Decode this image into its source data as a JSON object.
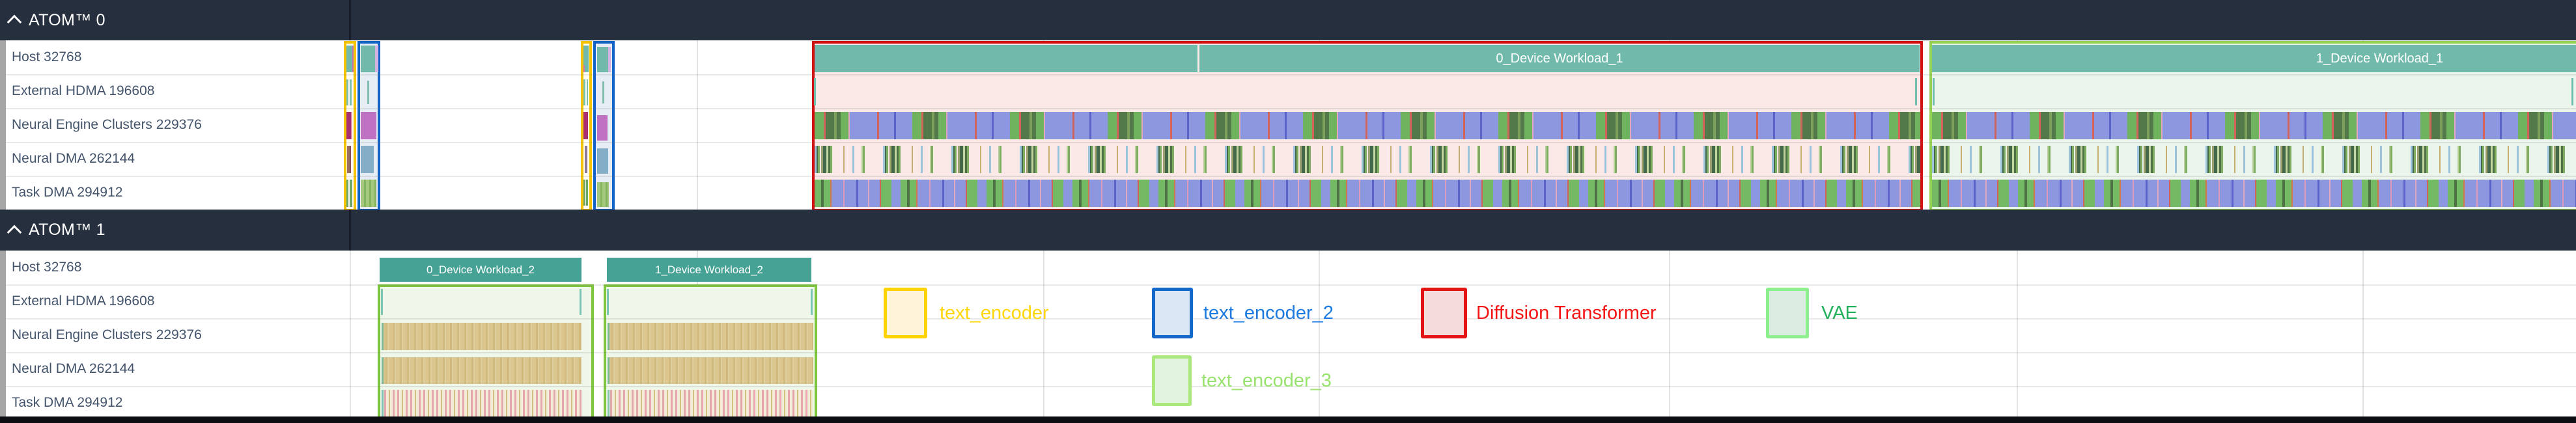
{
  "sections": [
    {
      "title": "ATOM™ 0",
      "rows": [
        "Host 32768",
        "External HDMA 196608",
        "Neural Engine Clusters 229376",
        "Neural DMA 262144",
        "Task DMA 294912"
      ]
    },
    {
      "title": "ATOM™ 1",
      "rows": [
        "Host 32768",
        "External HDMA 196608",
        "Neural Engine Clusters 229376",
        "Neural DMA 262144",
        "Task DMA 294912"
      ]
    }
  ],
  "workloads": [
    "0_Device Workload_1",
    "1_Device Workload_1",
    "0_Device Workload_2",
    "1_Device Workload_2"
  ],
  "legend": {
    "items": [
      {
        "label": "text_encoder",
        "border": "#ffd300",
        "fill": "#fdf4da",
        "text_color": "#ffd60a"
      },
      {
        "label": "text_encoder_2",
        "border": "#1468c8",
        "fill": "#dbe7f4",
        "text_color": "#1a7ae0"
      },
      {
        "label": "Diffusion Transformer",
        "border": "#e21414",
        "fill": "#f4dcdc",
        "text_color": "#f51414"
      },
      {
        "label": "VAE",
        "border": "#8def8d",
        "fill": "#dcece0",
        "text_color": "#21b05c"
      },
      {
        "label": "text_encoder_3",
        "border": "#abe87d",
        "fill": "#e3f4de",
        "text_color": "#98e26e"
      }
    ]
  },
  "colors": {
    "header_bg": "#262f3d",
    "track_label_text": "#44546b",
    "workload_slice_teal": "#70b9ab",
    "workload_slice_teal_dark": "#46a294",
    "diffusion_region_border": "#cf1110",
    "diffusion_region_bg": "#fae9e7",
    "vae_region_border": "#94d154",
    "vae_region_bg": "#ecf5ec",
    "workload2_box_border": "#7fc63e",
    "tan_activity_bar": "#d9c38a",
    "neural_pattern_periwinkle": "#8d97e0",
    "neural_pattern_green": "#6fb35f",
    "scroll_rail": "#a6a6a6"
  }
}
